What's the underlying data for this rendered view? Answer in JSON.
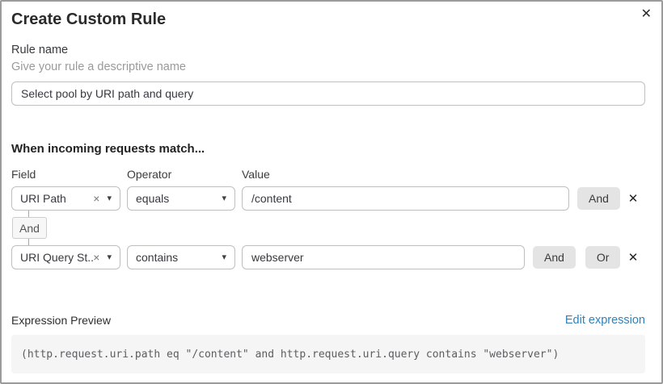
{
  "dialog": {
    "title": "Create Custom Rule"
  },
  "icons": {
    "close": "✕",
    "clear": "×",
    "caret": "▾",
    "remove": "✕"
  },
  "rule_name": {
    "label": "Rule name",
    "helper": "Give your rule a descriptive name",
    "value": "Select pool by URI path and query"
  },
  "match": {
    "heading": "When incoming requests match...",
    "columns": {
      "field": "Field",
      "operator": "Operator",
      "value": "Value"
    },
    "connector": "And",
    "rows": [
      {
        "field": "URI Path",
        "operator": "equals",
        "value": "/content",
        "and_label": "And"
      },
      {
        "field": "URI Query St...",
        "operator": "contains",
        "value": "webserver",
        "and_label": "And",
        "or_label": "Or"
      }
    ]
  },
  "expression": {
    "label": "Expression Preview",
    "edit_link": "Edit expression",
    "code": "(http.request.uri.path eq \"/content\" and http.request.uri.query contains \"webserver\")"
  },
  "colors": {
    "link_blue": "#3181b8",
    "button_gray": "#e4e4e4",
    "code_background": "#f5f5f5",
    "input_border": "#bfbfbf",
    "dialog_border": "#9b9b9b"
  }
}
